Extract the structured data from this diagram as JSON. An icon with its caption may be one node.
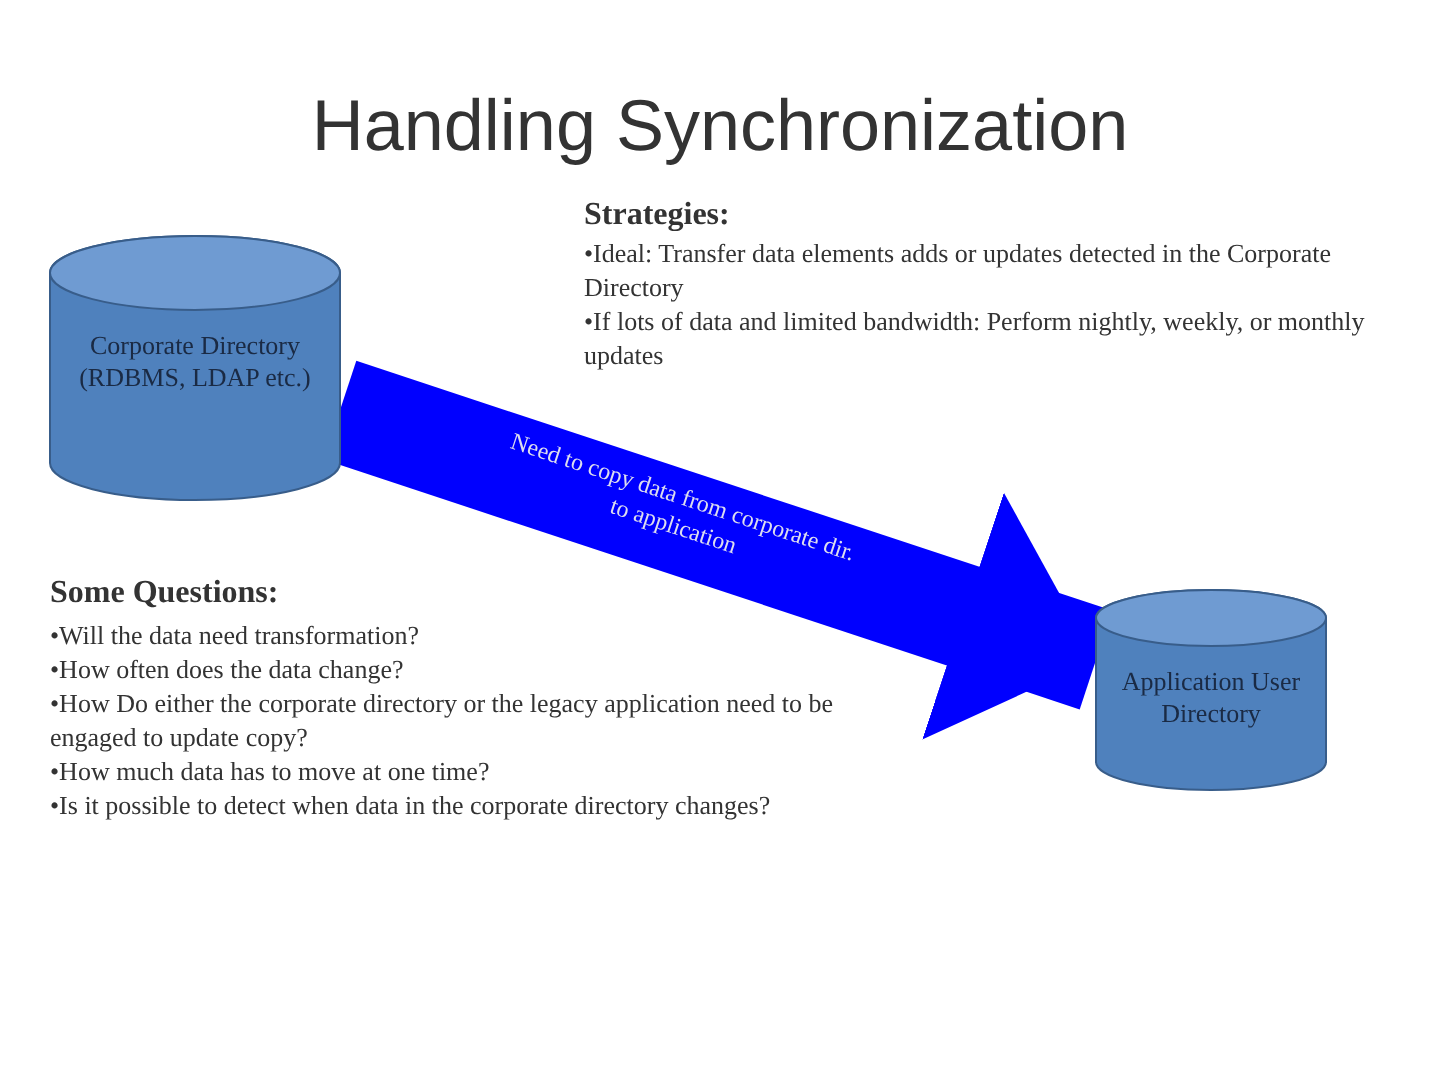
{
  "diagram": {
    "title": "Handling Synchronization",
    "nodes": [
      {
        "text": [
          "Corporate Directory (RDBMS, LDAP etc.)"
        ]
      },
      {
        "text": [
          "Application User Directory"
        ]
      }
    ],
    "edges": [
      {
        "from": 0,
        "to": 1,
        "arrow": "to",
        "label": "Need to copy data from corporate dir. to application"
      }
    ],
    "labels": [
      "Strategies:",
      "•Ideal: Transfer data elements adds or updates detected in the Corporate Directory",
      "•If lots of data and limited bandwidth: Perform nightly, weekly, or monthly updates",
      "Some Questions:",
      "•Will the data need transformation?",
      "•How often does the data change?",
      "•How Do either the corporate directory or the legacy application need to be engaged to update copy?",
      "•How much data has to move at one time?",
      "•Is it possible to detect when data in the corporate directory changes?"
    ]
  }
}
